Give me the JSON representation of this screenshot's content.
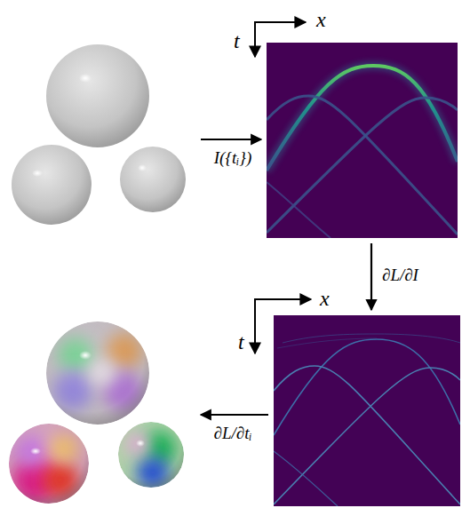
{
  "diagram": {
    "nodes": [
      {
        "text": []
      },
      {
        "text": [
          "x",
          "t"
        ]
      },
      {
        "text": [
          "x",
          "t"
        ]
      },
      {
        "text": []
      }
    ],
    "edges": [
      {
        "from": 0,
        "to": 1,
        "arrow": "to",
        "label": "I({tᵢ})"
      },
      {
        "from": 1,
        "to": 2,
        "arrow": "to",
        "label": "∂L/∂I"
      },
      {
        "from": 2,
        "to": 3,
        "arrow": "to",
        "label": "∂L/∂tᵢ"
      }
    ]
  }
}
